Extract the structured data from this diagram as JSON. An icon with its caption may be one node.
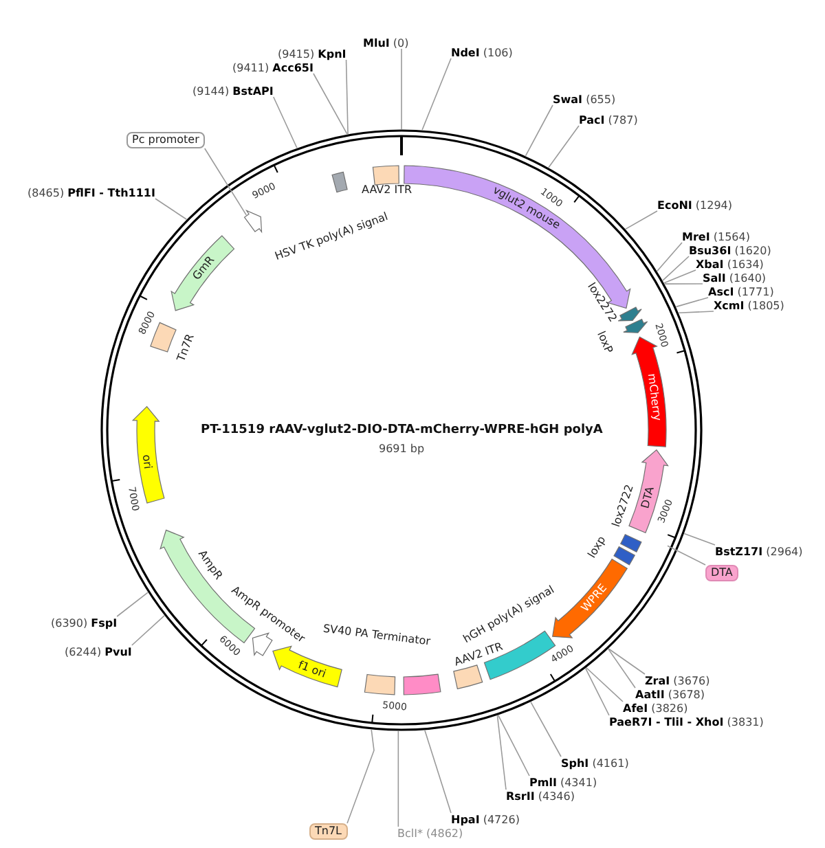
{
  "diagram": {
    "title": "PT-11519 rAAV-vglut2-DIO-DTA-mCherry-WPRE-hGH polyA",
    "nodes": [
      {
        "text": [
          "**MluI** (0)"
        ]
      },
      {
        "text": [
          "**NdeI** (106)"
        ]
      },
      {
        "text": [
          "**SwaI** (655)"
        ]
      },
      {
        "text": [
          "**PacI** (787)"
        ]
      },
      {
        "text": [
          "**EcoNI** (1294)"
        ]
      },
      {
        "text": [
          "**MreI** (1564)"
        ]
      },
      {
        "text": [
          "**Bsu36I** (1620)"
        ]
      },
      {
        "text": [
          "**XbaI** (1634)"
        ]
      },
      {
        "text": [
          "**SalI** (1640)"
        ]
      },
      {
        "text": [
          "**AscI** (1771)"
        ]
      },
      {
        "text": [
          "**XcmI** (1805)"
        ]
      },
      {
        "text": [
          "**BstZ17I** (2964)"
        ]
      },
      {
        "text": [
          "DTA"
        ]
      },
      {
        "text": [
          "**ZraI** (3676)"
        ]
      },
      {
        "text": [
          "**AatII** (3678)"
        ]
      },
      {
        "text": [
          "**AfeI** (3826)"
        ]
      },
      {
        "text": [
          "**PaeR7I - TliI - XhoI** (3831)"
        ]
      },
      {
        "text": [
          "**SphI** (4161)"
        ]
      },
      {
        "text": [
          "**PmlI** (4341)"
        ]
      },
      {
        "text": [
          "**RsrII** (4346)"
        ]
      },
      {
        "text": [
          "**HpaI** (4726)"
        ]
      },
      {
        "text": [
          "BclI* (4862)"
        ]
      },
      {
        "text": [
          "Tn7L"
        ]
      },
      {
        "text": [
          "(6244) **PvuI**"
        ]
      },
      {
        "text": [
          "(6390) **FspI**"
        ]
      },
      {
        "text": [
          "(8465) **PflFI - Tth111I**"
        ]
      },
      {
        "text": [
          "Pc promoter"
        ]
      },
      {
        "text": [
          "(9144) **BstAPI**"
        ]
      },
      {
        "text": [
          "(9411) **Acc65I**"
        ]
      },
      {
        "text": [
          "(9415) **KpnI**"
        ]
      },
      {
        "text": [],
        "beside": [
          "AAV2 ITR"
        ],
        "shape": "box"
      },
      {
        "text": [
          "vglut2 mouse"
        ]
      },
      {
        "text": [],
        "beside": [
          "lox2272"
        ],
        "shape": "arrow"
      },
      {
        "text": [],
        "beside": [
          "loxP"
        ],
        "shape": "arrow"
      },
      {
        "text": [
          "mCherry"
        ]
      },
      {
        "text": [
          "DTA"
        ]
      },
      {
        "text": [],
        "shape": "box"
      },
      {
        "text": [],
        "shape": "box"
      },
      {
        "text": [
          "WPRE"
        ]
      },
      {
        "text": [],
        "beside": [
          "hGH poly(A) signal"
        ],
        "shape": "box"
      },
      {
        "text": [],
        "beside": [
          "AAV2 ITR"
        ],
        "shape": "box"
      },
      {
        "text": [],
        "shape": "box"
      },
      {
        "text": [],
        "shape": "box"
      },
      {
        "text": [
          "f1 ori"
        ]
      },
      {
        "text": [],
        "beside": [
          "AmpR promoter"
        ],
        "shape": "arrow"
      },
      {
        "text": [],
        "beside": [
          "AmpR"
        ],
        "shape": "arrow"
      },
      {
        "text": [
          "ori"
        ]
      },
      {
        "text": [],
        "beside": [
          "Tn7R"
        ],
        "shape": "box"
      },
      {
        "text": [
          "GmR"
        ]
      },
      {
        "text": [],
        "shape": "arrow"
      },
      {
        "text": [],
        "shape": "box"
      }
    ],
    "edges": [
      {
        "from": 0,
        "to": null,
        "arrow": "none"
      },
      {
        "from": 1,
        "to": null,
        "arrow": "none"
      },
      {
        "from": 2,
        "to": null,
        "arrow": "none"
      },
      {
        "from": 3,
        "to": null,
        "arrow": "none"
      },
      {
        "from": 4,
        "to": null,
        "arrow": "none"
      },
      {
        "from": 5,
        "to": null,
        "arrow": "none"
      },
      {
        "from": 6,
        "to": null,
        "arrow": "none"
      },
      {
        "from": 7,
        "to": null,
        "arrow": "none"
      },
      {
        "from": 8,
        "to": null,
        "arrow": "none"
      },
      {
        "from": 9,
        "to": null,
        "arrow": "none"
      },
      {
        "from": 10,
        "to": null,
        "arrow": "none"
      },
      {
        "from": 11,
        "to": null,
        "arrow": "none"
      },
      {
        "from": 12,
        "to": null,
        "arrow": "none"
      },
      {
        "from": 13,
        "to": null,
        "arrow": "none"
      },
      {
        "from": 14,
        "to": null,
        "arrow": "none"
      },
      {
        "from": 15,
        "to": null,
        "arrow": "none"
      },
      {
        "from": 16,
        "to": null,
        "arrow": "none"
      },
      {
        "from": 17,
        "to": null,
        "arrow": "none"
      },
      {
        "from": 18,
        "to": null,
        "arrow": "none"
      },
      {
        "from": 19,
        "to": null,
        "arrow": "none"
      },
      {
        "from": 20,
        "to": null,
        "arrow": "none"
      },
      {
        "from": 21,
        "to": null,
        "arrow": "none"
      },
      {
        "from": 22,
        "to": null,
        "arrow": "none"
      },
      {
        "from": 23,
        "to": null,
        "arrow": "none"
      },
      {
        "from": 24,
        "to": null,
        "arrow": "none"
      },
      {
        "from": 25,
        "to": null,
        "arrow": "none"
      },
      {
        "from": 26,
        "to": 49,
        "arrow": "none"
      },
      {
        "from": 27,
        "to": null,
        "arrow": "none"
      },
      {
        "from": 28,
        "to": null,
        "arrow": "none"
      },
      {
        "from": 29,
        "to": null,
        "arrow": "none"
      }
    ],
    "labels": [
      "9691 bp",
      "1000",
      "2000",
      "3000",
      "4000",
      "5000",
      "6000",
      "7000",
      "8000",
      "9000",
      "HSV TK poly(A) signal",
      "lox2722",
      "loxp",
      "SV40 PA Terminator"
    ]
  }
}
